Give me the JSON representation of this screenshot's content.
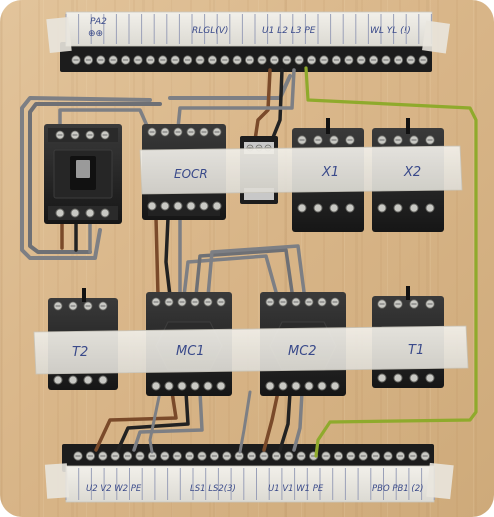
{
  "terminal_labels": {
    "top": [
      "PA2",
      "RLGL(V)",
      "U1 L2 L3 PE",
      "WL YL (!)"
    ],
    "top_sub": "⊕⊕",
    "bottom": [
      "U2 V2 W2 PE",
      "LS1 LS2(3)",
      "U1 V1 W1 PE",
      "PBO PB1 (2)"
    ]
  },
  "device_labels": {
    "eocr": "EOCR",
    "x1": "X1",
    "x2": "X2",
    "t2": "T2",
    "mc1": "MC1",
    "mc2": "MC2",
    "t1": "T1"
  },
  "wire_colors": {
    "gray": "#7d7f84",
    "brown": "#7a4a2a",
    "green_yellow": "#8faa2c",
    "black": "#1f1f1f"
  }
}
